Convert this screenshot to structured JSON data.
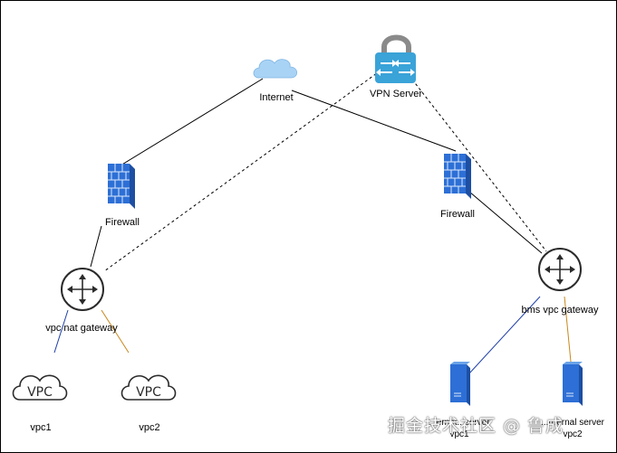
{
  "labels": {
    "internet": "Internet",
    "vpn_server": "VPN Server",
    "firewall_left": "Firewall",
    "firewall_right": "Firewall",
    "vpc_nat_gateway": "vpc nat gateway",
    "bms_vpc_gateway": "bms vpc gateway",
    "vpc1": "vpc1",
    "vpc2": "vpc2",
    "server_left": "...ernet...server",
    "server_left_sub": "vpc1",
    "server_right": "...rnernal server",
    "server_right_sub": "vpc2",
    "vpc_icon_text": "VPC"
  },
  "watermark": "掘金技术社区 @ 鲁成",
  "colors": {
    "blue_line": "#1f3fa8",
    "orange_line": "#c8871c",
    "icon_blue": "#2d6fd6",
    "cloud_blue": "#a9d3f5",
    "lock_blue": "#3aa3d8"
  }
}
